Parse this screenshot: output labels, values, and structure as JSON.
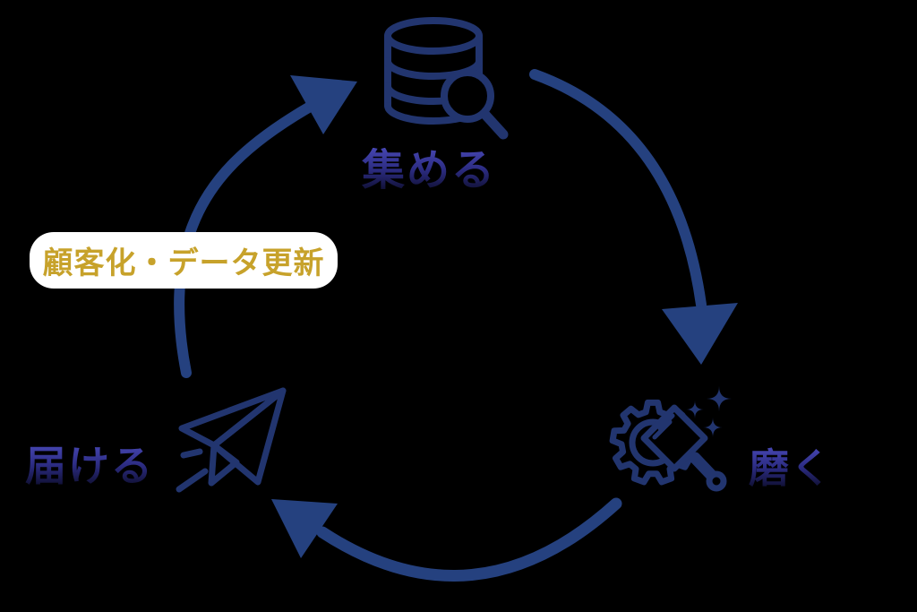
{
  "diagram": {
    "type": "cycle",
    "steps": [
      {
        "key": "collect",
        "label": "集める",
        "icon": "database-search-icon",
        "position": "top"
      },
      {
        "key": "polish",
        "label": "磨く",
        "icon": "gear-sparkle-brush-icon",
        "position": "right"
      },
      {
        "key": "deliver",
        "label": "届ける",
        "icon": "paper-plane-icon",
        "position": "bottom-left"
      }
    ],
    "transition_badge": {
      "label": "顧客化・データ更新",
      "on_arrow": "deliver-to-collect"
    }
  },
  "colors": {
    "background": "#000000",
    "arrow_navy": "#25417f",
    "icon_navy": "#22356f",
    "step_label_gradient_top": "#4646b2",
    "step_label_gradient_bottom": "#0d0d2b",
    "badge_background": "#ffffff",
    "badge_text_gold": "#c7a22b"
  }
}
